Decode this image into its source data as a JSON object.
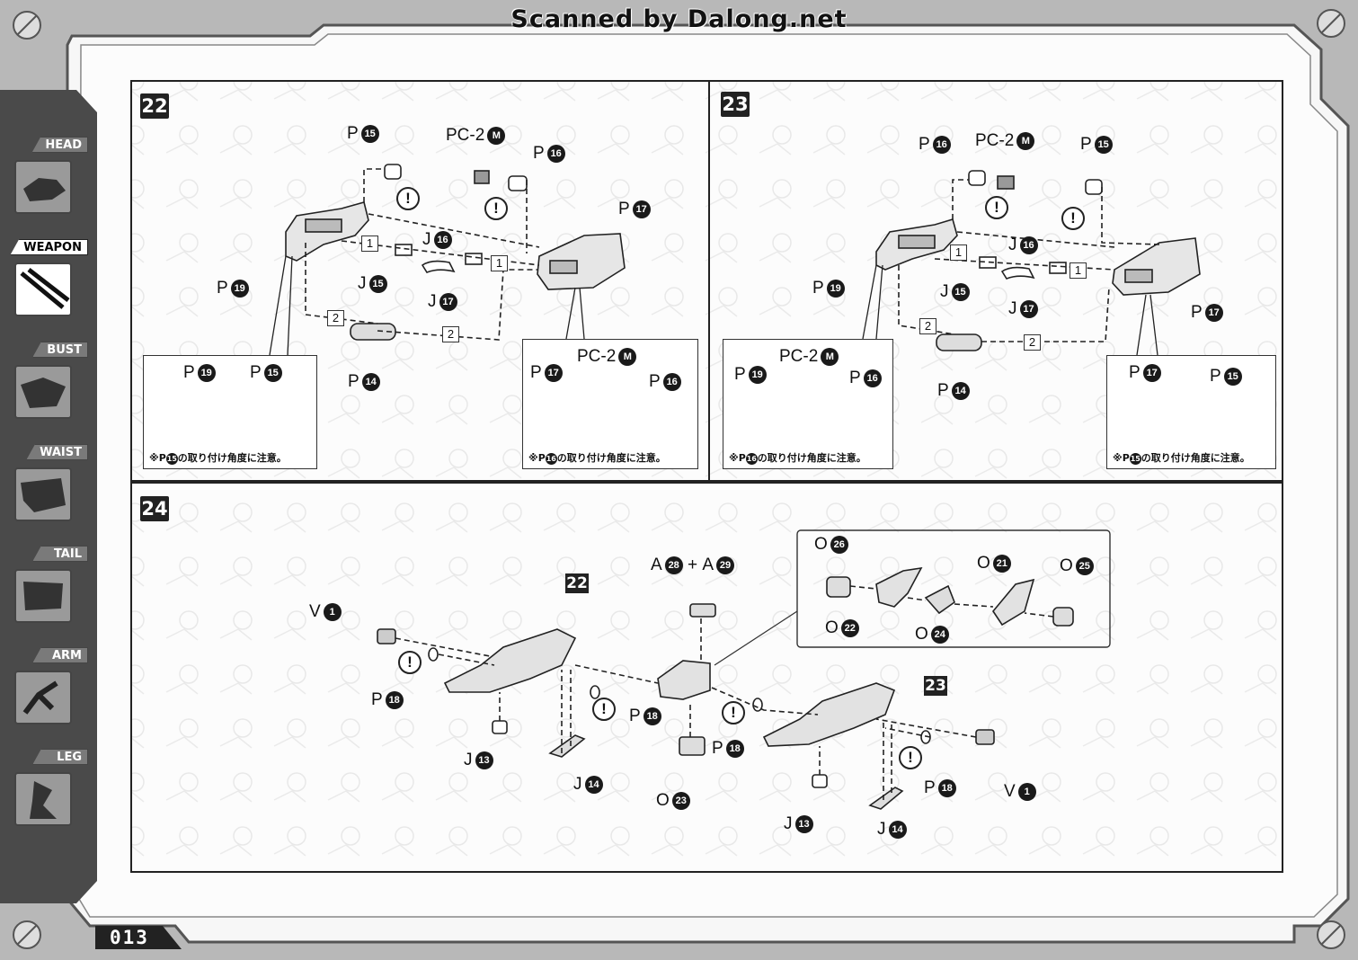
{
  "header": {
    "scan_credit": "Scanned by Dalong.net"
  },
  "sidebar": {
    "tabs": [
      {
        "label": "HEAD",
        "icon": "head-thumbnail"
      },
      {
        "label": "WEAPON",
        "icon": "weapon-thumbnail",
        "active": true
      },
      {
        "label": "BUST",
        "icon": "bust-thumbnail"
      },
      {
        "label": "WAIST",
        "icon": "waist-thumbnail"
      },
      {
        "label": "TAIL",
        "icon": "tail-thumbnail"
      },
      {
        "label": "ARM",
        "icon": "arm-thumbnail"
      },
      {
        "label": "LEG",
        "icon": "leg-thumbnail"
      }
    ]
  },
  "page_number": "013",
  "steps": {
    "s22": {
      "number": "22",
      "labels": {
        "p15": {
          "l": "P",
          "n": "15"
        },
        "pc2m": {
          "l": "PC-2",
          "n": "M"
        },
        "p16": {
          "l": "P",
          "n": "16"
        },
        "p17": {
          "l": "P",
          "n": "17"
        },
        "j16": {
          "l": "J",
          "n": "16"
        },
        "j15": {
          "l": "J",
          "n": "15"
        },
        "j17": {
          "l": "J",
          "n": "17"
        },
        "p19": {
          "l": "P",
          "n": "19"
        },
        "p14": {
          "l": "P",
          "n": "14"
        }
      },
      "seq": [
        "1",
        "1",
        "2",
        "2"
      ],
      "detail_left": {
        "labels": {
          "p19": {
            "l": "P",
            "n": "19"
          },
          "p15": {
            "l": "P",
            "n": "15"
          }
        },
        "note_prefix": "※P",
        "note_num": "15",
        "note_text": "の取り付け角度に注意。"
      },
      "detail_right": {
        "labels": {
          "pc2m": {
            "l": "PC-2",
            "n": "M"
          },
          "p17": {
            "l": "P",
            "n": "17"
          },
          "p16": {
            "l": "P",
            "n": "16"
          }
        },
        "note_prefix": "※P",
        "note_num": "16",
        "note_text": "の取り付け角度に注意。"
      }
    },
    "s23": {
      "number": "23",
      "labels": {
        "p16": {
          "l": "P",
          "n": "16"
        },
        "pc2m": {
          "l": "PC-2",
          "n": "M"
        },
        "p15": {
          "l": "P",
          "n": "15"
        },
        "j16": {
          "l": "J",
          "n": "16"
        },
        "p19": {
          "l": "P",
          "n": "19"
        },
        "j15": {
          "l": "J",
          "n": "15"
        },
        "j17": {
          "l": "J",
          "n": "17"
        },
        "p17": {
          "l": "P",
          "n": "17"
        },
        "p14": {
          "l": "P",
          "n": "14"
        }
      },
      "seq": [
        "1",
        "1",
        "2",
        "2"
      ],
      "detail_left": {
        "labels": {
          "pc2m": {
            "l": "PC-2",
            "n": "M"
          },
          "p19": {
            "l": "P",
            "n": "19"
          },
          "p16": {
            "l": "P",
            "n": "16"
          }
        },
        "note_prefix": "※P",
        "note_num": "16",
        "note_text": "の取り付け角度に注意。"
      },
      "detail_right": {
        "labels": {
          "p17": {
            "l": "P",
            "n": "17"
          },
          "p15": {
            "l": "P",
            "n": "15"
          }
        },
        "note_prefix": "※P",
        "note_num": "15",
        "note_text": "の取り付け角度に注意。"
      }
    },
    "s24": {
      "number": "24",
      "ref22": "22",
      "ref23": "23",
      "labels": {
        "v1a": {
          "l": "V",
          "n": "1"
        },
        "p18a": {
          "l": "P",
          "n": "18"
        },
        "j13a": {
          "l": "J",
          "n": "13"
        },
        "j14a": {
          "l": "J",
          "n": "14"
        },
        "a28": {
          "l": "A",
          "n": "28"
        },
        "plus": "+",
        "a29": {
          "l": "A",
          "n": "29"
        },
        "p18b": {
          "l": "P",
          "n": "18"
        },
        "o23": {
          "l": "O",
          "n": "23"
        },
        "p18c": {
          "l": "P",
          "n": "18"
        },
        "p18d": {
          "l": "P",
          "n": "18"
        },
        "v1b": {
          "l": "V",
          "n": "1"
        },
        "j13b": {
          "l": "J",
          "n": "13"
        },
        "j14b": {
          "l": "J",
          "n": "14"
        },
        "o26": {
          "l": "O",
          "n": "26"
        },
        "o21": {
          "l": "O",
          "n": "21"
        },
        "o25": {
          "l": "O",
          "n": "25"
        },
        "o22": {
          "l": "O",
          "n": "22"
        },
        "o24": {
          "l": "O",
          "n": "24"
        }
      }
    }
  },
  "warning_symbol": "!"
}
